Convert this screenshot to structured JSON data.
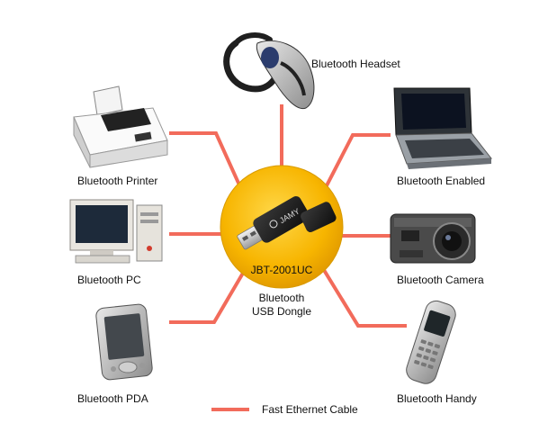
{
  "colors": {
    "cable": "#f26b5b",
    "hub_fill": "#f7b500",
    "hub_edge": "#d89a00",
    "background": "#ffffff"
  },
  "hub": {
    "model": "JBT-2001UC",
    "name_line1": "Bluetooth",
    "name_line2": "USB Dongle",
    "dongle_brand": "JAMY"
  },
  "devices": {
    "headset": {
      "label": "Bluetooth Headset",
      "icon": "headset-icon"
    },
    "printer": {
      "label": "Bluetooth Printer",
      "icon": "printer-icon"
    },
    "enabled": {
      "label": "Bluetooth Enabled",
      "icon": "laptop-icon"
    },
    "pc": {
      "label": "Bluetooth PC",
      "icon": "desktop-pc-icon"
    },
    "camera": {
      "label": "Bluetooth Camera",
      "icon": "camera-icon"
    },
    "pda": {
      "label": "Bluetooth PDA",
      "icon": "pda-icon"
    },
    "handy": {
      "label": "Bluetooth Handy",
      "icon": "mobile-phone-icon"
    }
  },
  "legend": {
    "label": "Fast Ethernet Cable"
  }
}
